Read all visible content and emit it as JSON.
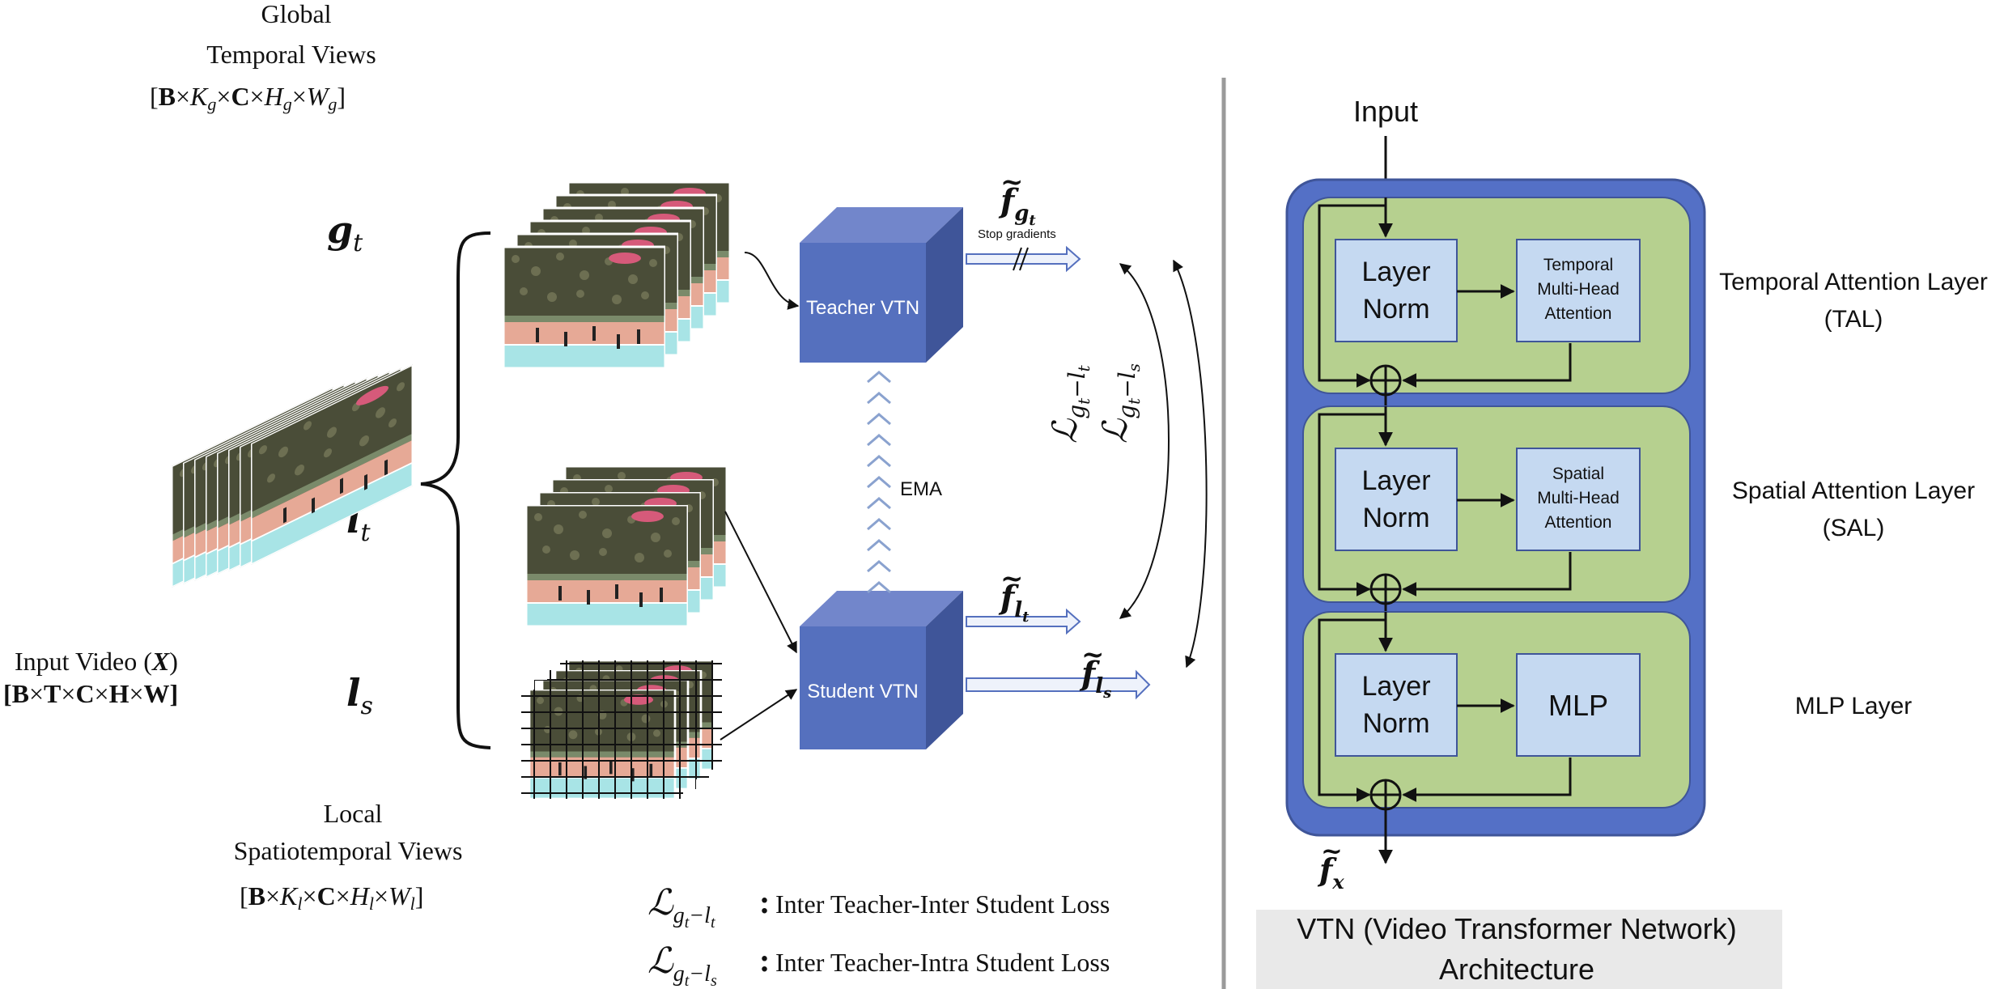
{
  "left": {
    "global_label": [
      "Global",
      "Temporal Views"
    ],
    "global_dims": "[B×K_g×C×H_g×W_g]",
    "local_label": [
      "Local",
      "Spatiotemporal Views"
    ],
    "local_dims": "[B×K_l×C×H_l×W_l]",
    "input_label": "Input Video (X)",
    "input_dims": "[B×T×C×H×W]",
    "g_t": "g_t",
    "l_t": "l_t",
    "l_s": "l_s",
    "teacher": "Teacher VTN",
    "student": "Student VTN",
    "ema": "EMA",
    "stop_gradients": "Stop gradients",
    "f_gt": "f̃_gt",
    "f_lt": "f̃_lt",
    "f_ls": "f̃_ls",
    "loss_lt_symbol": "L_{g_t-l_t}",
    "loss_ls_symbol": "L_{g_t-l_s}",
    "legend": [
      {
        "symbol": "L_{g_t-l_t}",
        "text": "Inter Teacher-Inter Student Loss"
      },
      {
        "symbol": "L_{g_t-l_s}",
        "text": "Inter Teacher-Intra Student Loss"
      }
    ]
  },
  "right": {
    "input": "Input",
    "output": "f̃_x",
    "blocks": [
      {
        "norm": [
          "Layer",
          "Norm"
        ],
        "op": [
          "Temporal",
          "Multi-Head",
          "Attention"
        ],
        "label": [
          "Temporal Attention Layer",
          "(TAL)"
        ]
      },
      {
        "norm": [
          "Layer",
          "Norm"
        ],
        "op": [
          "Spatial",
          "Multi-Head",
          "Attention"
        ],
        "label": [
          "Spatial Attention Layer",
          "(SAL)"
        ]
      },
      {
        "norm": [
          "Layer",
          "Norm"
        ],
        "op": [
          "MLP"
        ],
        "label": [
          "MLP Layer"
        ]
      }
    ],
    "caption": [
      "VTN (Video Transformer Network)",
      "Architecture"
    ]
  },
  "colors": {
    "vtn_front": "#5570be",
    "vtn_top": "#7286cb",
    "vtn_side": "#3f5599",
    "outer_block": "#5470c6",
    "green_block": "#b6d08f",
    "light_box": "#c5d9f1",
    "court_teal": "#a8e4e6",
    "court_salmon": "#e6a996",
    "crowd_dark": "#3b3f2e",
    "caption_bg": "#e9e9e9"
  }
}
